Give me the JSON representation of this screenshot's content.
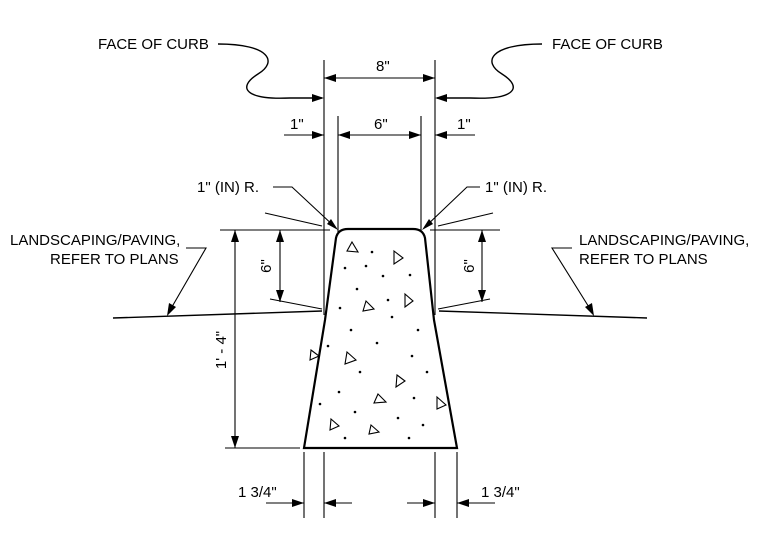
{
  "labels": {
    "face_of_curb_left": "FACE OF CURB",
    "face_of_curb_right": "FACE OF CURB",
    "top_width": "8\"",
    "inner_width": "6\"",
    "offset_left": "1\"",
    "offset_right": "1\"",
    "radius_left": "1\" (IN) R.",
    "radius_right": "1\" (IN) R.",
    "landscaping_left_1": "LANDSCAPING/PAVING,",
    "landscaping_left_2": "REFER TO PLANS",
    "landscaping_right_1": "LANDSCAPING/PAVING,",
    "landscaping_right_2": "REFER TO PLANS",
    "exposed_left": "6\"",
    "exposed_right": "6\"",
    "total_height": "1' - 4\"",
    "batter_left": "1 3/4\"",
    "batter_right": "1 3/4\""
  }
}
